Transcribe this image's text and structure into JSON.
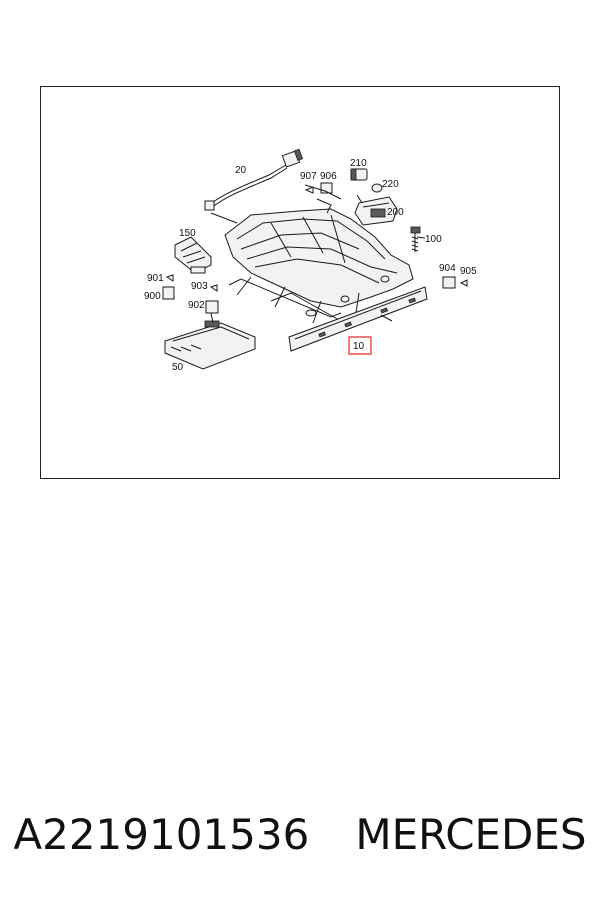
{
  "diagram": {
    "parts": [
      {
        "id": "20",
        "label": "20"
      },
      {
        "id": "210",
        "label": "210"
      },
      {
        "id": "907",
        "label": "907"
      },
      {
        "id": "906",
        "label": "906"
      },
      {
        "id": "220",
        "label": "220"
      },
      {
        "id": "200",
        "label": "200"
      },
      {
        "id": "150",
        "label": "150"
      },
      {
        "id": "100",
        "label": "100"
      },
      {
        "id": "901",
        "label": "901"
      },
      {
        "id": "904",
        "label": "904"
      },
      {
        "id": "905",
        "label": "905"
      },
      {
        "id": "903",
        "label": "903"
      },
      {
        "id": "900",
        "label": "900"
      },
      {
        "id": "902",
        "label": "902"
      },
      {
        "id": "10",
        "label": "10"
      },
      {
        "id": "50",
        "label": "50"
      }
    ],
    "highlighted_part": "10",
    "highlight_color": "#e0261c"
  },
  "caption": {
    "part_number": "A2219101536",
    "brand": "MERCEDES"
  }
}
